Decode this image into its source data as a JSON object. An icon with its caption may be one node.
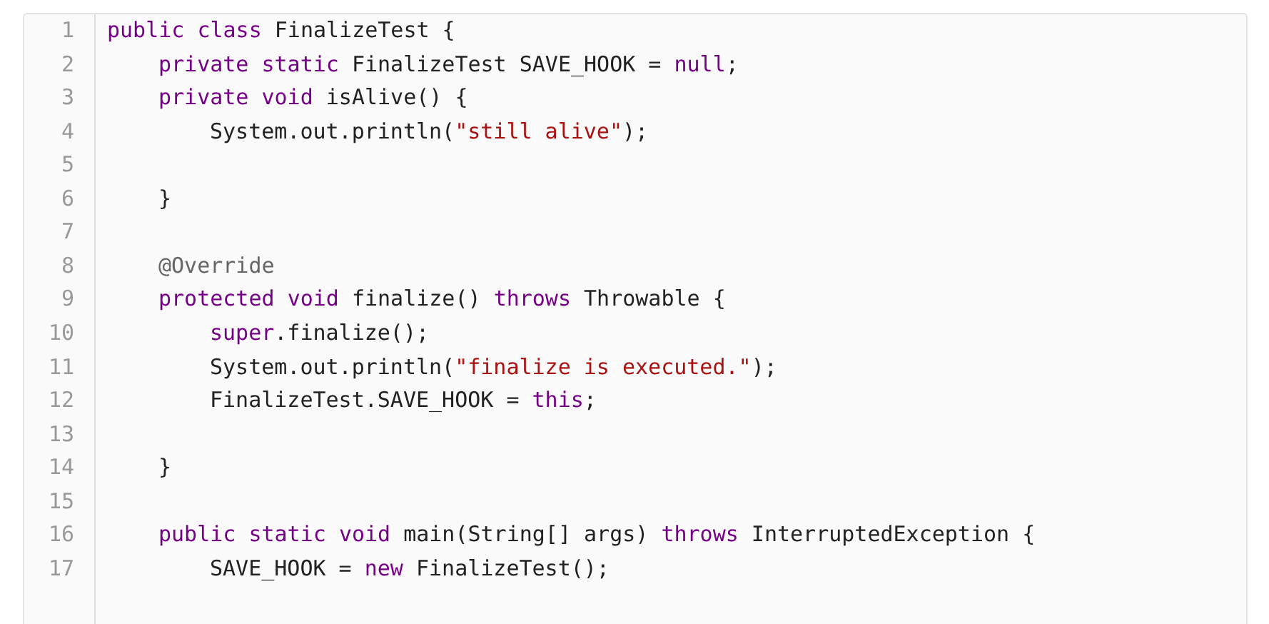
{
  "diagram": {
    "labels": [
      "1",
      "public class FinalizeTest {",
      "2",
      "private static FinalizeTest SAVE_HOOK = null;",
      "3",
      "private void isAlive() {",
      "4",
      "System.out.println(\"still alive\");",
      "5",
      "6",
      "}",
      "7",
      "8",
      "@Override",
      "9",
      "protected void finalize() throws Throwable {",
      "10",
      "super.finalize();",
      "11",
      "System.out.println(\"finalize is executed.\");",
      "12",
      "FinalizeTest.SAVE_HOOK = this;",
      "13",
      "14",
      "}",
      "15",
      "16",
      "public static void main(String[] args) throws InterruptedException {",
      "17",
      "SAVE_HOOK = new FinalizeTest();"
    ]
  }
}
